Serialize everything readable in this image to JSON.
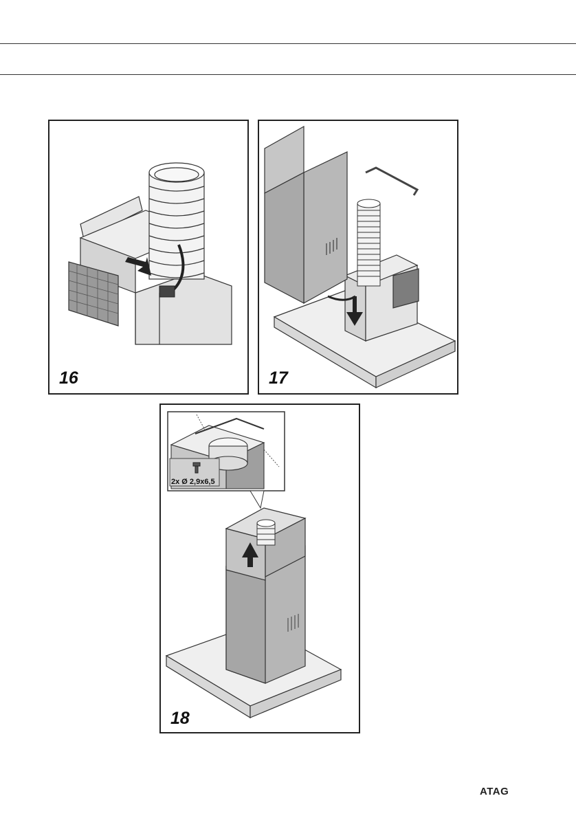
{
  "header": {
    "rules": 2
  },
  "figures": [
    {
      "number": "16"
    },
    {
      "number": "17"
    },
    {
      "number": "18",
      "screw_label": "2x Ø 2,9x6,5"
    }
  ],
  "footer": {
    "logo": "ATAG"
  }
}
